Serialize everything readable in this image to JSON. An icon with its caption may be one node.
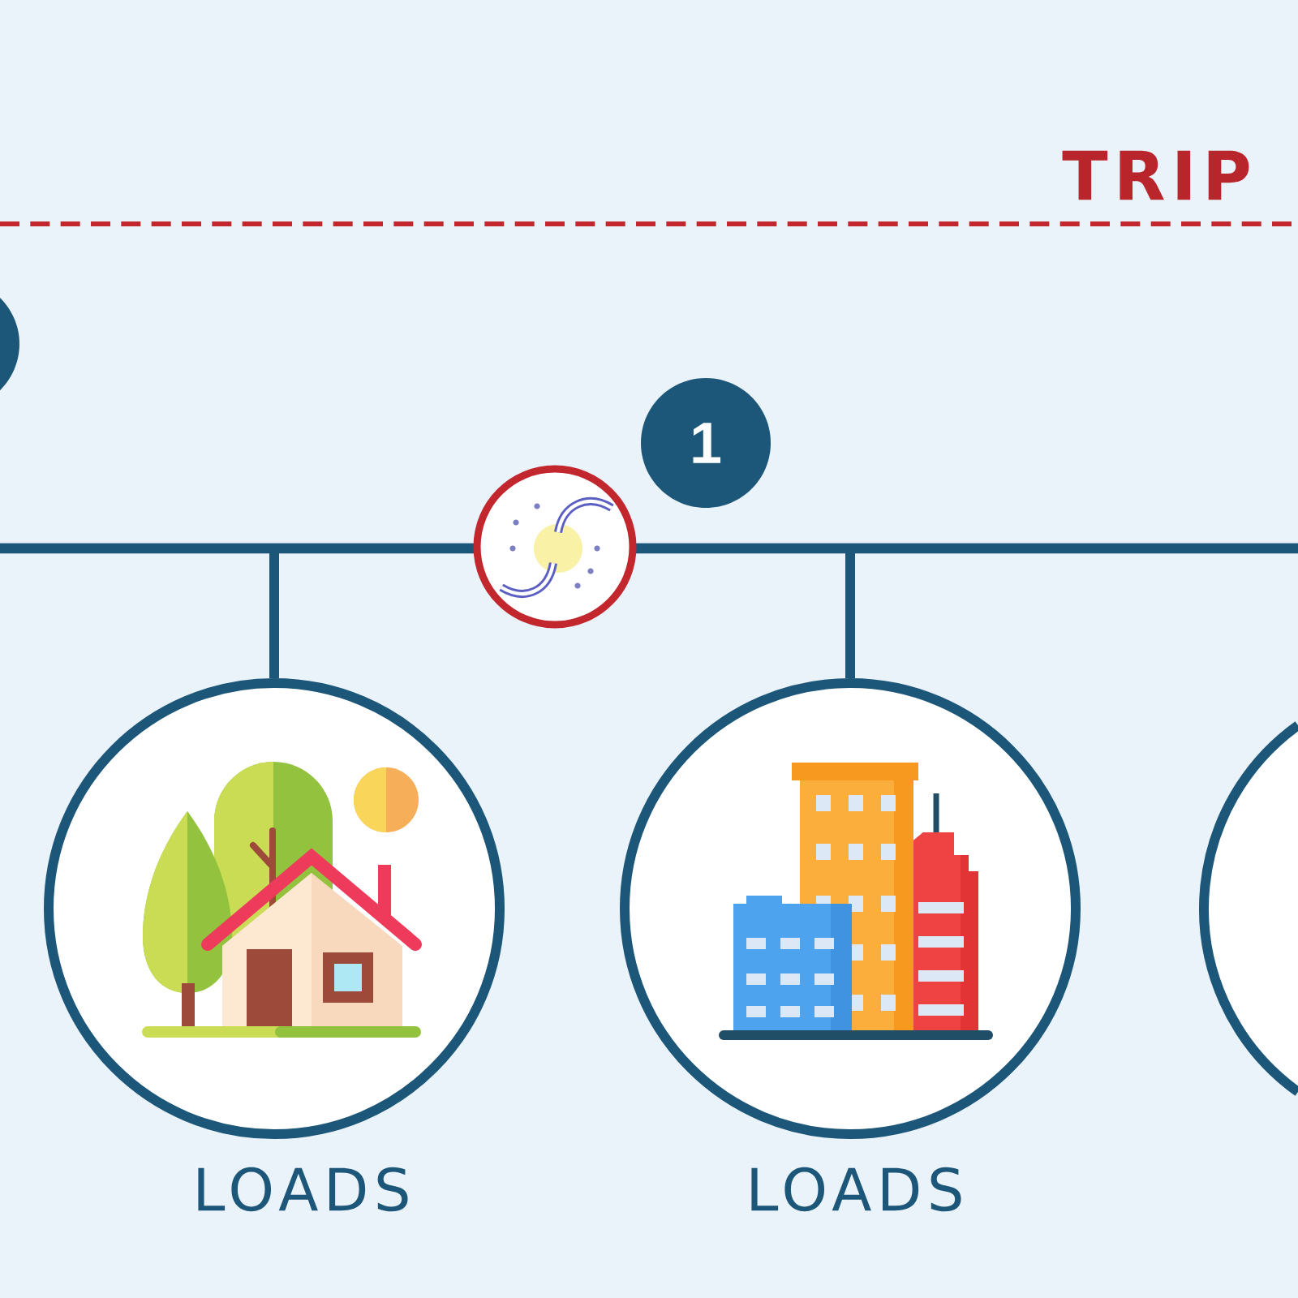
{
  "diagram": {
    "nodes": [
      {
        "text": [],
        "shape": "circle"
      },
      {
        "text": [
          "1"
        ]
      },
      {
        "text": [],
        "shape": "circle"
      },
      {
        "text": [],
        "shape": "circle",
        "beside": [
          "LOADS"
        ]
      },
      {
        "text": [],
        "shape": "circle",
        "beside": [
          "LOADS"
        ]
      },
      {
        "text": [],
        "shape": "circle"
      }
    ],
    "edges": [
      {
        "from": null,
        "to": 3,
        "arrow": "none"
      },
      {
        "from": null,
        "to": 4,
        "arrow": "none"
      }
    ],
    "labels": [
      "TRIP"
    ]
  }
}
